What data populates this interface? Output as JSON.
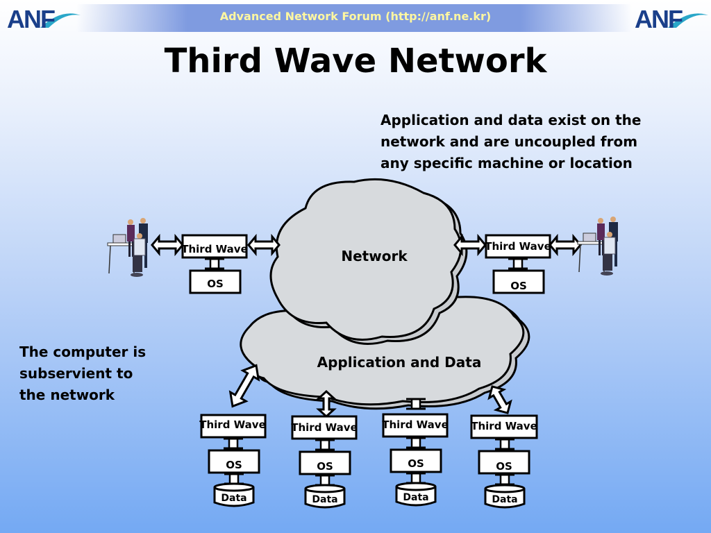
{
  "header": {
    "text": "Advanced Network Forum (http://anf.ne.kr)"
  },
  "logo": {
    "text": "ANF"
  },
  "title": "Third Wave Network",
  "top_note": [
    "Application and data exist on the",
    "network and are uncoupled from",
    "any specific machine or location"
  ],
  "left_note": [
    "The computer is",
    "subservient to",
    "the network"
  ],
  "cloud_top_label": "Network",
  "cloud_bottom_label": "Application and Data",
  "box_third_wave": "Third Wave",
  "box_os": "OS",
  "box_data": "Data"
}
